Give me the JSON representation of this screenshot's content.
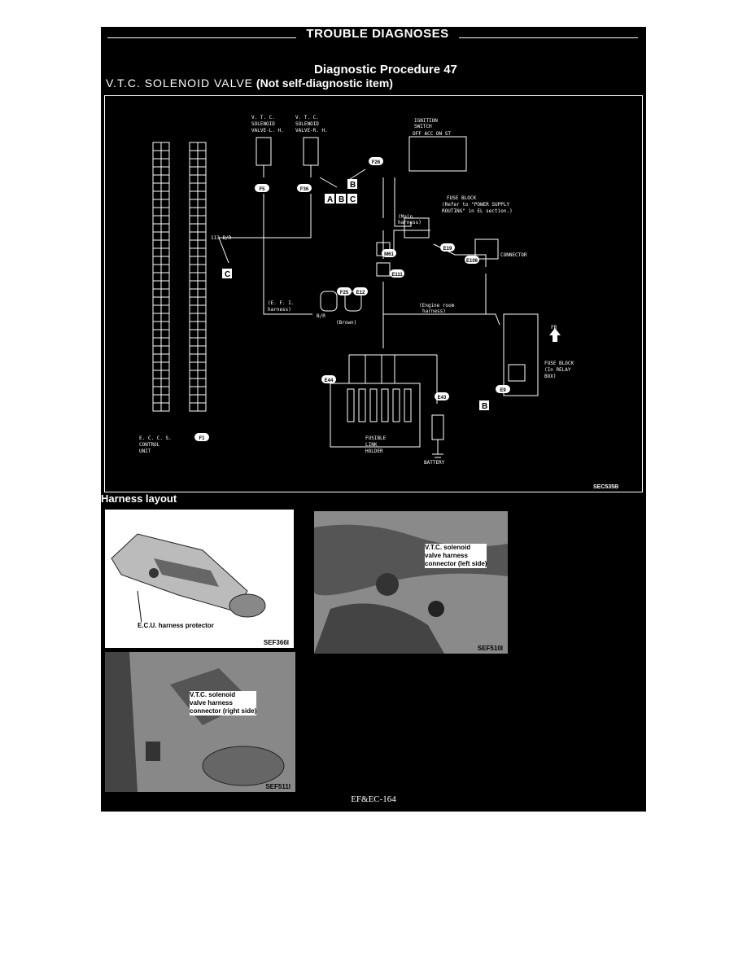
{
  "header": {
    "section_title": "TROUBLE DIAGNOSES",
    "procedure": "Diagnostic Procedure 47",
    "subtitle_main": "V.T.C. SOLENOID VALVE",
    "subtitle_note": "(Not self-diagnostic item)"
  },
  "diagram": {
    "code": "SEC535B",
    "labels": {
      "vtc_lh": [
        "V. T. C.",
        "SOLENOID",
        "VALVE-L. H."
      ],
      "vtc_rh": [
        "V. T. C.",
        "SOLENOID",
        "VALVE-R. H."
      ],
      "ignition": [
        "IGNITION",
        "SWITCH"
      ],
      "ign_cols": "OFF ACC ON ST",
      "fuse_block_top": [
        "FUSE BLOCK",
        "(Refer to \"POWER SUPPLY",
        "ROUTING\" in EL section.)"
      ],
      "main_harness": [
        "(Main",
        "harness)"
      ],
      "connector": "CONNECTOR",
      "efi_harness": [
        "(E. F. I.",
        "harness)"
      ],
      "engine_room": [
        "(Engine room",
        "harness)"
      ],
      "brown": "(Brown)",
      "fuse_block_relay": [
        "FUSE BLOCK",
        "(In RELAY",
        "BOX)"
      ],
      "fr": "FR",
      "fusible": [
        "FUSIBLE",
        "LINK",
        "HOLDER"
      ],
      "battery": "BATTERY",
      "ecu": [
        "E. C. C. S.",
        "CONTROL",
        "UNIT"
      ],
      "wire_113": "113 B/R",
      "wire_br": "B/R",
      "box_a": "A",
      "box_b": "B",
      "box_c": "C"
    },
    "connectors": [
      "F5",
      "F36",
      "F26",
      "F25",
      "E12",
      "E44",
      "E43",
      "M61",
      "E111",
      "E19",
      "E106",
      "E9",
      "F1"
    ]
  },
  "harness_layout": {
    "title": "Harness layout",
    "photos": [
      {
        "code": "SEF366I",
        "callout": [
          "E.C.U. harness protector"
        ]
      },
      {
        "code": "SEF510I",
        "callout": [
          "V.T.C. solenoid",
          "valve harness",
          "connector (left side)"
        ]
      },
      {
        "code": "SEF511I",
        "callout": [
          "V.T.C. solenoid",
          "valve harness",
          "connector (right side)"
        ]
      }
    ]
  },
  "footer": {
    "page": "EF&EC-164"
  }
}
